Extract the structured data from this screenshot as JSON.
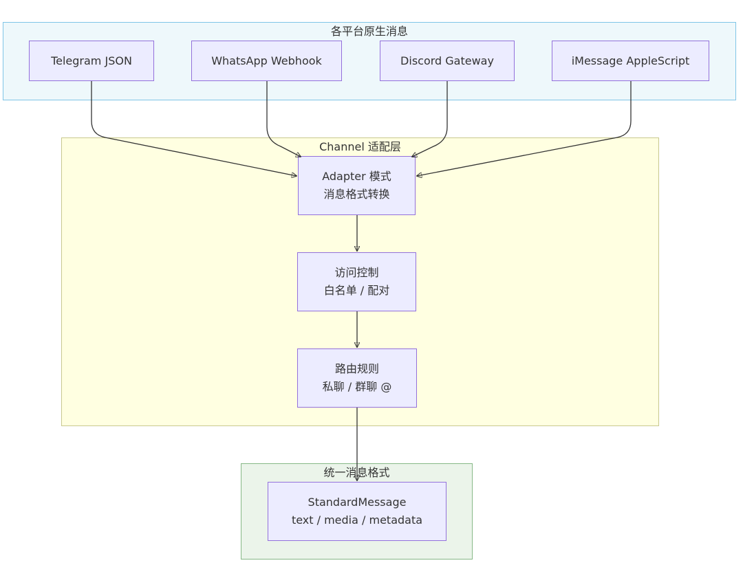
{
  "clusters": {
    "platforms": {
      "title": "各平台原生消息",
      "fill": "#eef8fb",
      "stroke": "#7ec4e6"
    },
    "channel": {
      "title": "Channel 适配层",
      "fill": "#ffffe1",
      "stroke": "#c8c88e"
    },
    "unified": {
      "title": "统一消息格式",
      "fill": "#ebf4ea",
      "stroke": "#86b886"
    }
  },
  "nodes": {
    "telegram": {
      "lines": [
        "Telegram JSON"
      ]
    },
    "whatsapp": {
      "lines": [
        "WhatsApp Webhook"
      ]
    },
    "discord": {
      "lines": [
        "Discord Gateway"
      ]
    },
    "imessage": {
      "lines": [
        "iMessage AppleScript"
      ]
    },
    "adapter": {
      "lines": [
        "Adapter 模式",
        "消息格式转换"
      ]
    },
    "access": {
      "lines": [
        "访问控制",
        "白名单 / 配对"
      ]
    },
    "routing": {
      "lines": [
        "路由规则",
        "私聊 / 群聊 @"
      ]
    },
    "standard": {
      "lines": [
        "StandardMessage",
        "text / media / metadata"
      ]
    }
  },
  "colors": {
    "node_fill": "#ececff",
    "node_stroke": "#9370db",
    "edge": "#333333"
  }
}
